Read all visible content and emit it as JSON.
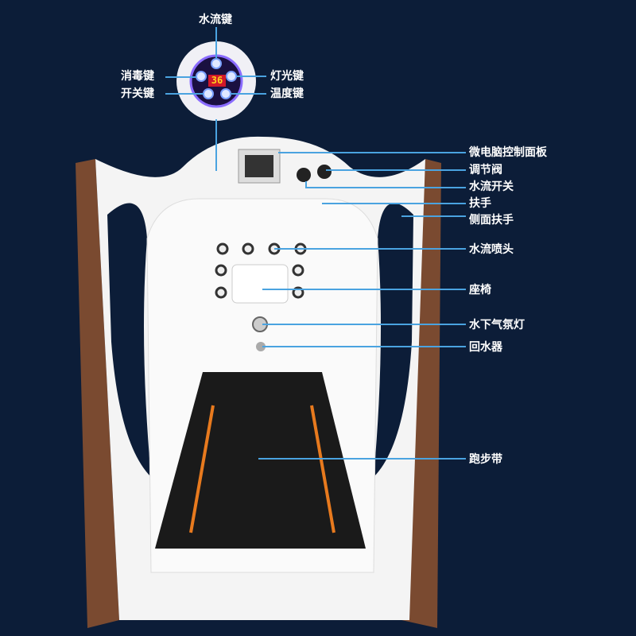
{
  "control_panel": {
    "display_value": "36",
    "buttons": {
      "water_flow": "水流键",
      "disinfect": "消毒键",
      "light": "灯光键",
      "power": "开关键",
      "temperature": "温度键"
    }
  },
  "callouts": [
    "微电脑控制面板",
    "调节阀",
    "水流开关",
    "扶手",
    "侧面扶手",
    "水流喷头",
    "座椅",
    "水下气氛灯",
    "回水器",
    "跑步带"
  ],
  "colors": {
    "background": "#0c1d38",
    "leader_line": "#4aa3e0",
    "shell": "#ffffff",
    "side_panel": "#7a4a30",
    "belt": "#1a1a1a",
    "belt_stripe": "#e87a1e"
  }
}
